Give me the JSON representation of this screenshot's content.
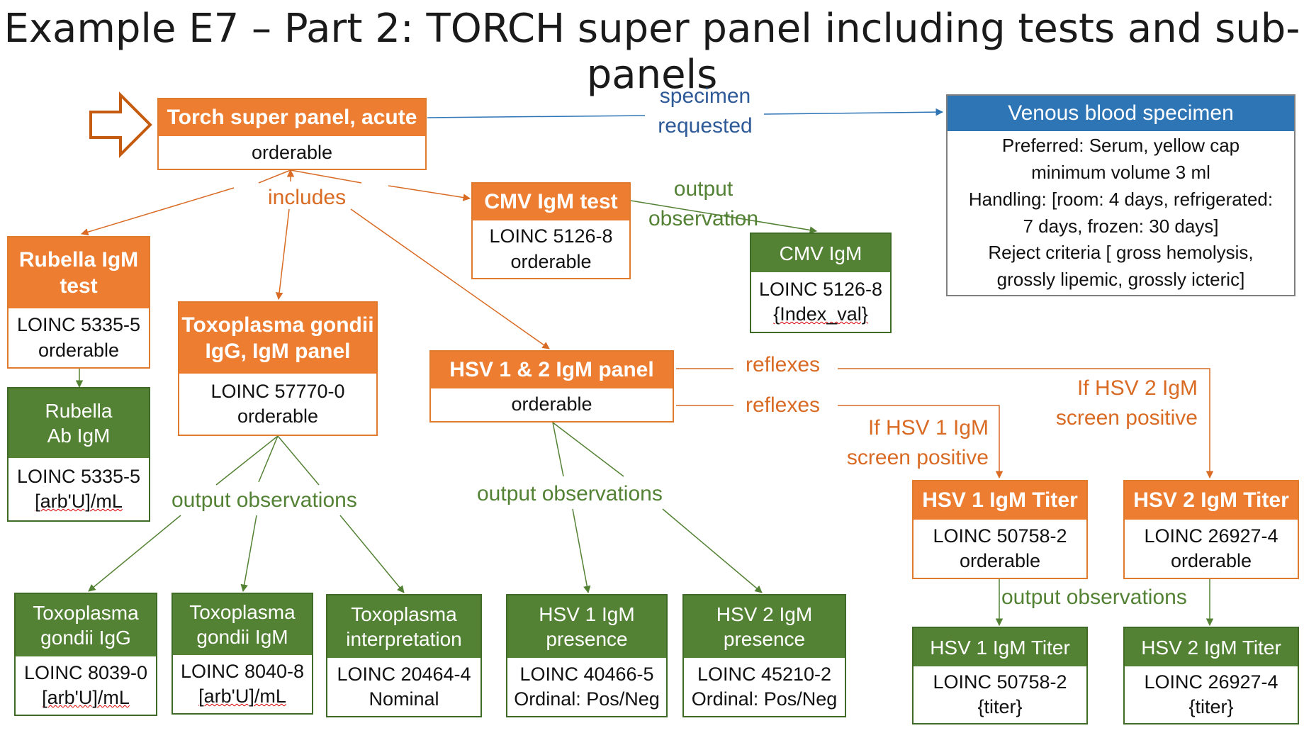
{
  "title": "Example E7 – Part 2: TORCH super panel  including tests and sub-panels",
  "colors": {
    "orange": "#ed7d31",
    "green": "#548235",
    "blue": "#2e75b6",
    "gray_border": "#7f7f7f"
  },
  "nodes": {
    "torch": {
      "head": "Torch super panel, acute",
      "body": [
        "orderable"
      ]
    },
    "specimen": {
      "head": "Venous blood specimen",
      "body": [
        "Preferred: Serum, yellow cap",
        "minimum volume 3 ml",
        "Handling: [room: 4 days, refrigerated:",
        "7 days, frozen: 30 days]",
        "Reject criteria [ gross hemolysis,",
        "grossly lipemic, grossly icteric]"
      ]
    },
    "cmv_test": {
      "head": "CMV IgM test",
      "body": [
        "LOINC 5126-8",
        "orderable"
      ]
    },
    "cmv_igm": {
      "head": "CMV IgM",
      "body": [
        "LOINC 5126-8",
        "{Index_val}"
      ]
    },
    "rubella_test": {
      "head": [
        "Rubella IgM",
        "test"
      ],
      "body": [
        "LOINC 5335-5",
        "orderable"
      ]
    },
    "rubella_ab": {
      "head": [
        "Rubella",
        "Ab IgM"
      ],
      "body": [
        "LOINC 5335-5",
        "[arb'U]/mL"
      ]
    },
    "toxo_panel": {
      "head": [
        "Toxoplasma gondii",
        "IgG, IgM panel"
      ],
      "body": [
        "LOINC 57770-0",
        "orderable"
      ]
    },
    "hsv_panel": {
      "head": "HSV 1 & 2 IgM panel",
      "body": [
        "orderable"
      ]
    },
    "hsv1_titer_test": {
      "head": "HSV 1 IgM Titer",
      "body": [
        "LOINC 50758-2",
        "orderable"
      ]
    },
    "hsv2_titer_test": {
      "head": "HSV 2 IgM Titer",
      "body": [
        "LOINC 26927-4",
        "orderable"
      ]
    },
    "toxo_igg": {
      "head": [
        "Toxoplasma",
        "gondii IgG"
      ],
      "body": [
        "LOINC 8039-0",
        "[arb'U]/mL"
      ]
    },
    "toxo_igm": {
      "head": [
        "Toxoplasma",
        "gondii IgM"
      ],
      "body": [
        "LOINC 8040-8",
        "[arb'U]/mL"
      ]
    },
    "toxo_interp": {
      "head": [
        "Toxoplasma",
        "interpretation"
      ],
      "body": [
        "LOINC 20464-4",
        "Nominal"
      ]
    },
    "hsv1_presence": {
      "head": [
        "HSV 1 IgM",
        "presence"
      ],
      "body": [
        "LOINC 40466-5",
        "Ordinal: Pos/Neg"
      ]
    },
    "hsv2_presence": {
      "head": [
        "HSV 2 IgM",
        "presence"
      ],
      "body": [
        "LOINC 45210-2",
        "Ordinal: Pos/Neg"
      ]
    },
    "hsv1_titer_obs": {
      "head": "HSV 1 IgM Titer",
      "body": [
        "LOINC 50758-2",
        "{titer}"
      ]
    },
    "hsv2_titer_obs": {
      "head": "HSV 2 IgM Titer",
      "body": [
        "LOINC 26927-4",
        "{titer}"
      ]
    }
  },
  "labels": {
    "specimen_requested": [
      "specimen",
      "requested"
    ],
    "includes": "includes",
    "output_observation": [
      "output",
      "observation"
    ],
    "output_observations": "output observations",
    "reflexes": "reflexes",
    "if_hsv1": [
      "If HSV 1 IgM",
      "screen positive"
    ],
    "if_hsv2": [
      "If HSV 2 IgM",
      "screen positive"
    ]
  }
}
